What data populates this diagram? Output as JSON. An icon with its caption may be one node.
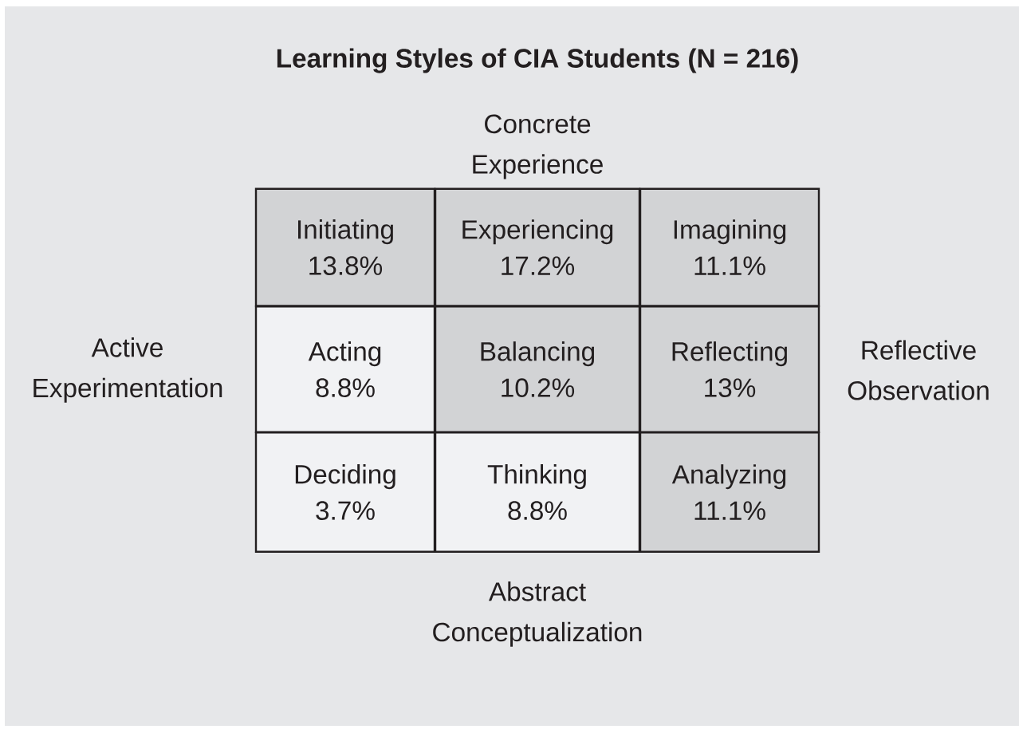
{
  "diagram": {
    "title": "Learning Styles of CIA Students (N = 216)",
    "nodes": [
      {
        "text": [
          "Initiating",
          "13.8%"
        ]
      },
      {
        "text": [
          "Experiencing",
          "17.2%"
        ]
      },
      {
        "text": [
          "Imagining",
          "11.1%"
        ]
      },
      {
        "text": [
          "Acting",
          "8.8%"
        ]
      },
      {
        "text": [
          "Balancing",
          "10.2%"
        ]
      },
      {
        "text": [
          "Reflecting",
          "13%"
        ]
      },
      {
        "text": [
          "Deciding",
          "3.7%"
        ]
      },
      {
        "text": [
          "Thinking",
          "8.8%"
        ]
      },
      {
        "text": [
          "Analyzing",
          "11.1%"
        ]
      }
    ],
    "edges": [],
    "labels": [
      "Concrete Experience",
      "Active Experimentation",
      "Reflective Observation",
      "Abstract Conceptualization"
    ]
  }
}
